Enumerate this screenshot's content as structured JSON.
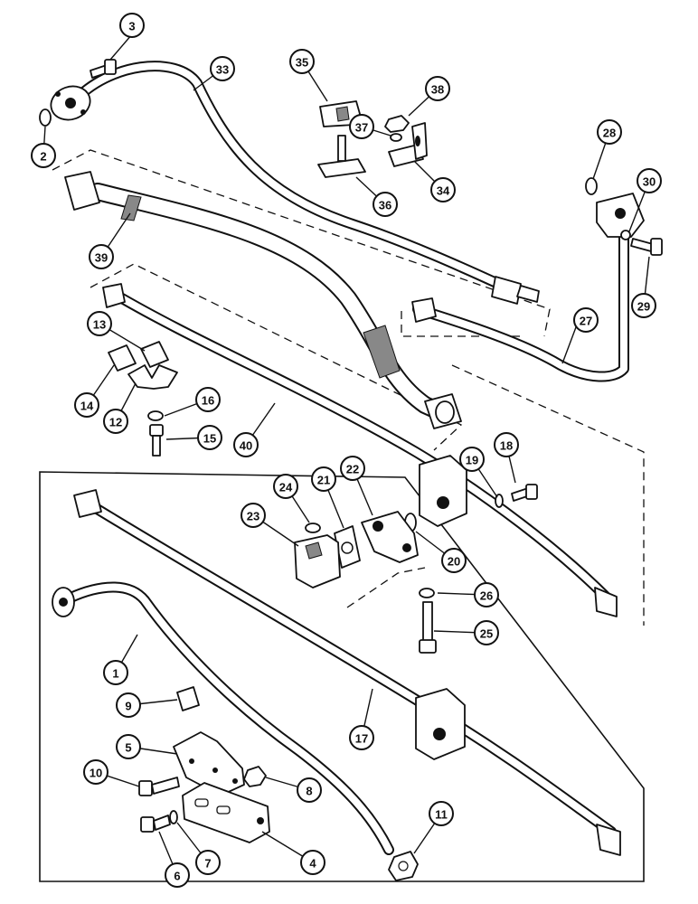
{
  "diagram": {
    "callouts": [
      {
        "id": "1",
        "label": "1"
      },
      {
        "id": "2",
        "label": "2"
      },
      {
        "id": "3",
        "label": "3"
      },
      {
        "id": "4",
        "label": "4"
      },
      {
        "id": "5",
        "label": "5"
      },
      {
        "id": "6",
        "label": "6"
      },
      {
        "id": "7",
        "label": "7"
      },
      {
        "id": "8",
        "label": "8"
      },
      {
        "id": "9",
        "label": "9"
      },
      {
        "id": "10",
        "label": "10"
      },
      {
        "id": "11",
        "label": "11"
      },
      {
        "id": "12",
        "label": "12"
      },
      {
        "id": "13",
        "label": "13"
      },
      {
        "id": "14",
        "label": "14"
      },
      {
        "id": "15",
        "label": "15"
      },
      {
        "id": "16",
        "label": "16"
      },
      {
        "id": "17",
        "label": "17"
      },
      {
        "id": "18",
        "label": "18"
      },
      {
        "id": "19",
        "label": "19"
      },
      {
        "id": "20",
        "label": "20"
      },
      {
        "id": "21",
        "label": "21"
      },
      {
        "id": "22",
        "label": "22"
      },
      {
        "id": "23",
        "label": "23"
      },
      {
        "id": "24",
        "label": "24"
      },
      {
        "id": "25",
        "label": "25"
      },
      {
        "id": "26",
        "label": "26"
      },
      {
        "id": "27",
        "label": "27"
      },
      {
        "id": "28",
        "label": "28"
      },
      {
        "id": "29",
        "label": "29"
      },
      {
        "id": "30",
        "label": "30"
      },
      {
        "id": "33",
        "label": "33"
      },
      {
        "id": "34",
        "label": "34"
      },
      {
        "id": "35",
        "label": "35"
      },
      {
        "id": "36",
        "label": "36"
      },
      {
        "id": "37",
        "label": "37"
      },
      {
        "id": "38",
        "label": "38"
      },
      {
        "id": "39",
        "label": "39"
      },
      {
        "id": "40",
        "label": "40"
      }
    ]
  }
}
